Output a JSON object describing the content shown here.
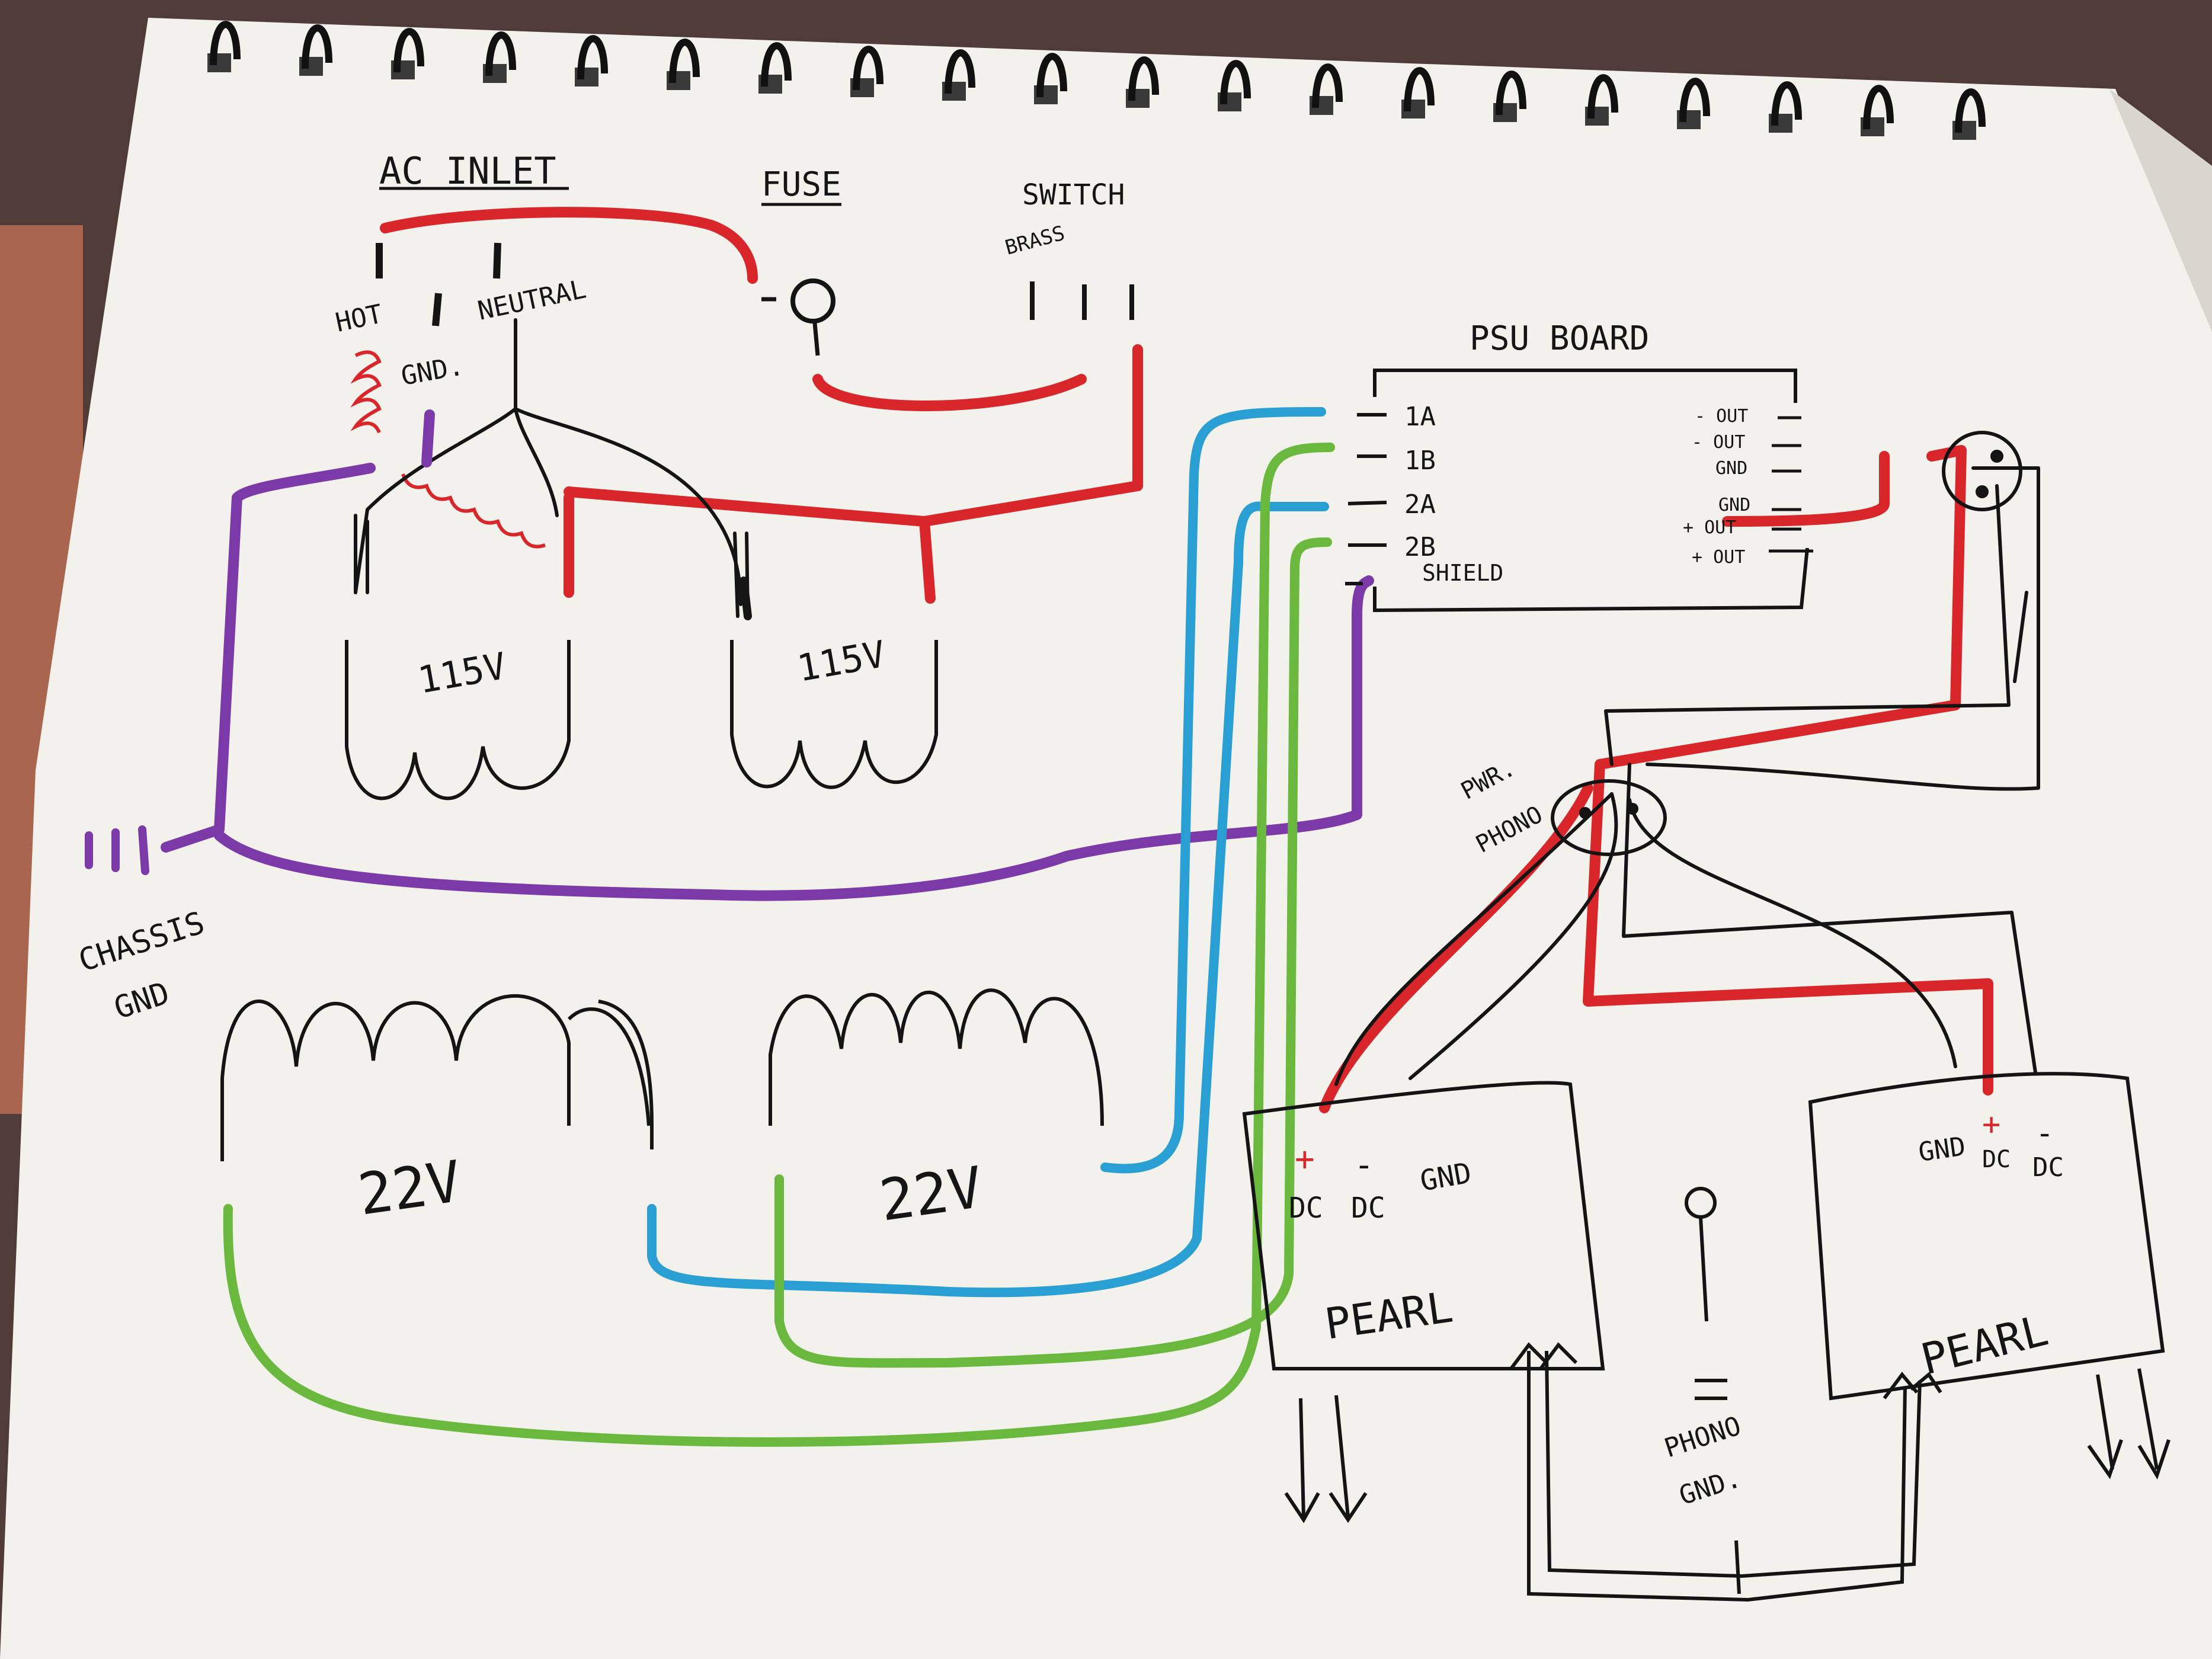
{
  "colors": {
    "paper": "#f3f1ec",
    "ink": "#141414",
    "hot_wire": "#d8262a",
    "chassis_ground_wire": "#7b3aa8",
    "wire_1a": "#2a9fd4",
    "wire_2a_2b": "#6ab83e"
  },
  "labels": {
    "ac_inlet": "AC INLET",
    "fuse": "FUSE",
    "switch": "SWITCH",
    "brass": "BRASS",
    "hot": "HOT",
    "gnd": "GND.",
    "neutral": "NEUTRAL",
    "psu_board": "PSU BOARD",
    "pins_left": [
      "1A",
      "1B",
      "2A",
      "2B",
      "SHIELD"
    ],
    "pins_right": [
      "- OUT",
      "- OUT",
      "GND",
      "GND",
      "+ OUT",
      "+ OUT"
    ],
    "primary_1": "115V",
    "primary_2": "115V",
    "secondary_1": "22V",
    "secondary_2": "22V",
    "chassis_gnd_line1": "CHASSIS",
    "chassis_gnd_line2": "GND",
    "pwr_phono_line1": "PWR.",
    "pwr_phono_line2": "PHONO",
    "pearl_left": "PEARL",
    "pearl_right": "PEARL",
    "pearl_left_plus": "+",
    "pearl_left_plus_dc": "DC",
    "pearl_left_minus": "-",
    "pearl_left_minus_dc": "DC",
    "pearl_left_gnd": "GND",
    "pearl_right_gnd": "GND",
    "pearl_right_plus": "+",
    "pearl_right_plus_dc": "DC",
    "pearl_right_minus": "-",
    "pearl_right_minus_dc": "DC",
    "phono_gnd_line1": "PHONO",
    "phono_gnd_line2": "GND."
  }
}
